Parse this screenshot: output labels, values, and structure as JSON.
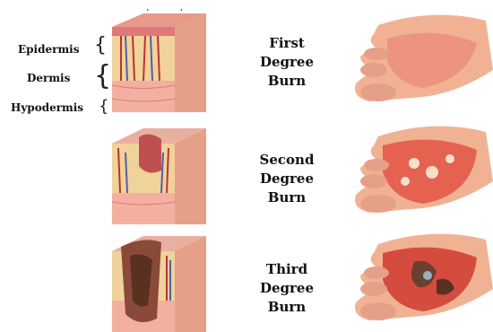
{
  "layers": {
    "epidermis": "Epidermis",
    "dermis": "Dermis",
    "hypodermis": "Hypodermis"
  },
  "stages": [
    {
      "line1": "First",
      "line2": "Degree",
      "line3": "Burn"
    },
    {
      "line1": "Second",
      "line2": "Degree",
      "line3": "Burn"
    },
    {
      "line1": "Third",
      "line2": "Degree",
      "line3": "Burn"
    }
  ],
  "colors": {
    "skin_top": "#e8a8a8",
    "dermis": "#efd7a0",
    "fat": "#f4b8a8",
    "vessel_red": "#c03030",
    "vessel_blue": "#5a5aa8",
    "hand_skin": "#f1b294",
    "burn_red": "#e0473a",
    "char": "#6a4030"
  }
}
